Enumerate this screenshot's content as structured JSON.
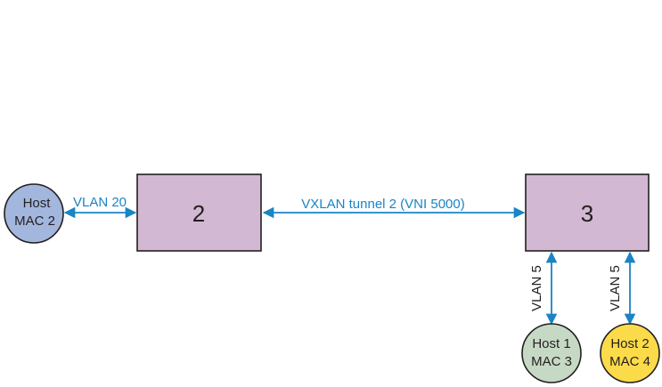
{
  "switches": {
    "left": {
      "label": "2",
      "color": "#d3b8d3"
    },
    "right": {
      "label": "3",
      "color": "#d3b8d3"
    }
  },
  "hosts": {
    "left": {
      "line1": "Host",
      "line2": "MAC 2",
      "color": "#a3b6dd"
    },
    "host1": {
      "line1": "Host 1",
      "line2": "MAC 3",
      "color": "#c6d9c4"
    },
    "host2": {
      "line1": "Host 2",
      "line2": "MAC 4",
      "color": "#fbdb4a"
    }
  },
  "links": {
    "vlan20": "VLAN 20",
    "tunnel": "VXLAN tunnel 2 (VNI 5000)",
    "vlan5_host1": "VLAN 5",
    "vlan5_host2": "VLAN 5"
  },
  "colors": {
    "link": "#1a84c4",
    "outline": "#231f20"
  }
}
